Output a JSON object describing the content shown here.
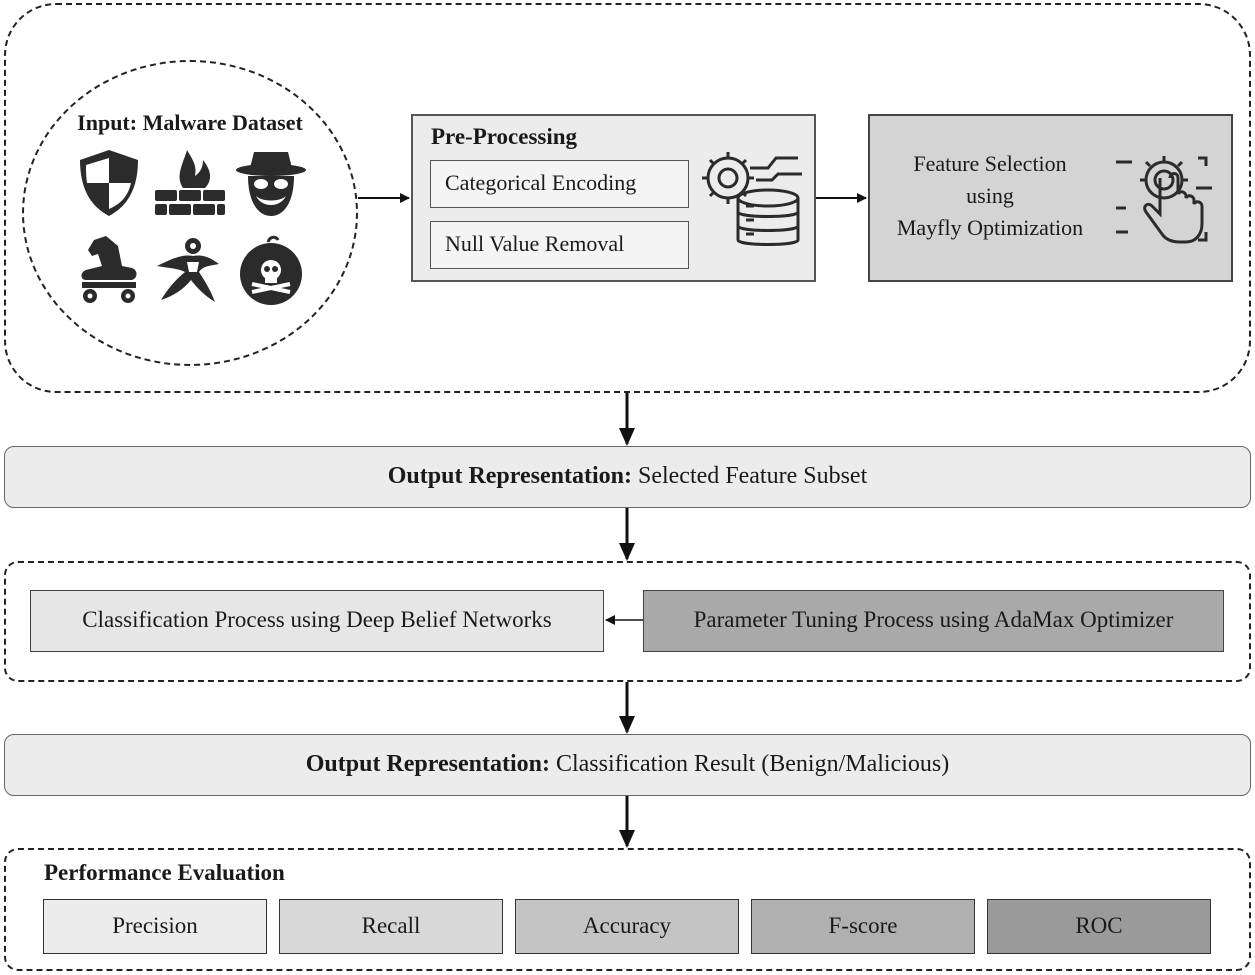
{
  "input": {
    "title": "Input: Malware Dataset",
    "icons": [
      "shield-icon",
      "firewall-icon",
      "spy-icon",
      "trojan-horse-icon",
      "worm-icon",
      "skull-bomb-icon"
    ]
  },
  "preprocessing": {
    "title": "Pre-Processing",
    "steps": [
      "Categorical Encoding",
      "Null Value Removal"
    ],
    "icon": "gear-database-icon"
  },
  "feature_selection": {
    "lines": [
      "Feature Selection",
      "using",
      "Mayfly Optimization"
    ],
    "icon": "touch-gear-icon"
  },
  "output1": {
    "label": "Output Representation:",
    "value": "Selected Feature Subset"
  },
  "classification": {
    "classifier": "Classification Process using Deep Belief Networks",
    "tuning": "Parameter Tuning Process using AdaMax Optimizer"
  },
  "output2": {
    "label": "Output Representation:",
    "value": "Classification Result (Benign/Malicious)"
  },
  "evaluation": {
    "title": "Performance Evaluation",
    "metrics": [
      "Precision",
      "Recall",
      "Accuracy",
      "F-score",
      "ROC"
    ]
  },
  "colors": {
    "feature_box": "#d4d4d4",
    "tuning_box": "#a9a9a9",
    "metric_shades": [
      "#ececec",
      "#d8d8d8",
      "#c4c4c4",
      "#b0b0b0",
      "#9a9a9a"
    ]
  }
}
